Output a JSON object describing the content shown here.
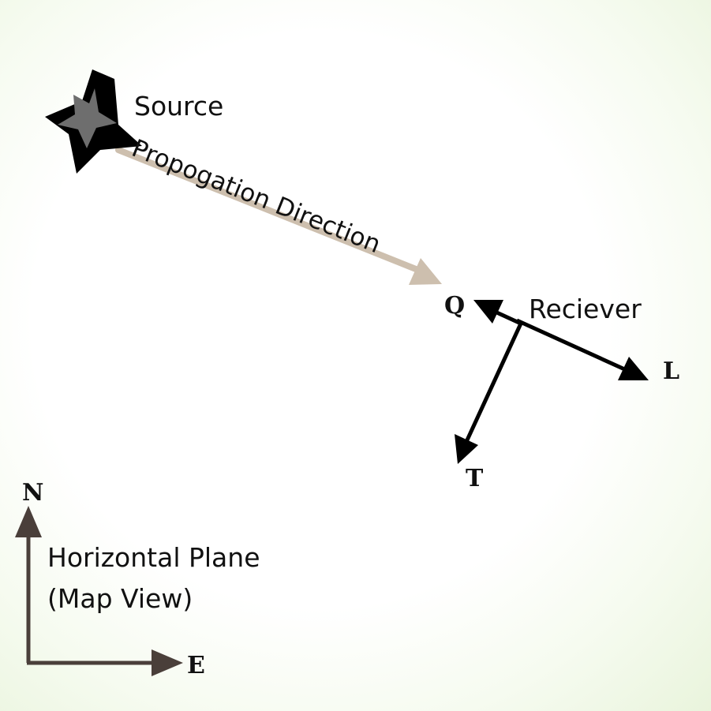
{
  "diagram": {
    "source_label": "Source",
    "propagation_label": "Propogation Direction",
    "receiver_label": "Reciever",
    "axis_q": "Q",
    "axis_l": "L",
    "axis_t": "T",
    "compass_north": "N",
    "compass_east": "E",
    "plane_title": "Horizontal Plane",
    "plane_subtitle": "(Map View)"
  },
  "colors": {
    "propagation_arrow": "#cdbfae",
    "compass_arrow": "#4a3f3a",
    "star_outer": "#000000",
    "star_inner": "#6e6e6e"
  }
}
